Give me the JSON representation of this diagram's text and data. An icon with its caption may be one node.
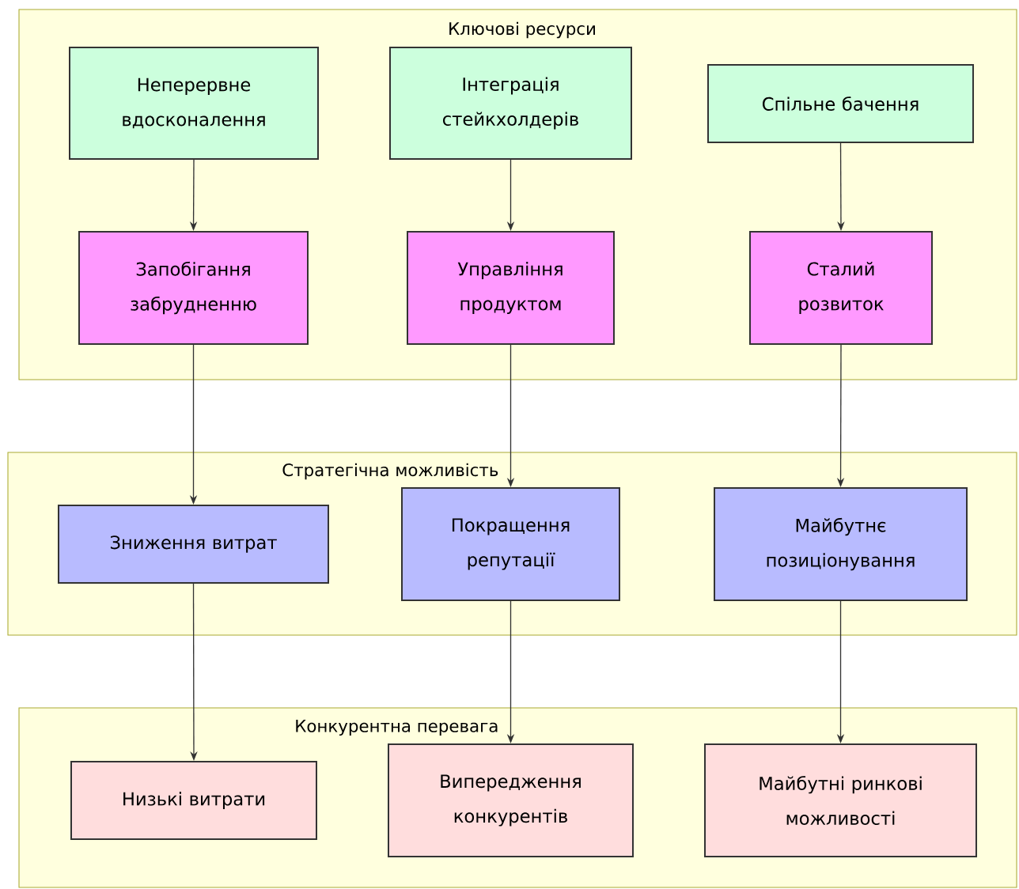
{
  "diagram": {
    "nodes": [
      {
        "text": [
          "Ключові ресурси"
        ]
      },
      {
        "text": [
          "Неперервне вдосконалення"
        ],
        "in": 0
      },
      {
        "text": [
          "Інтеграція стейкхолдерів"
        ],
        "in": 0
      },
      {
        "text": [
          "Спільне бачення"
        ],
        "in": 0
      },
      {
        "text": [
          "Запобігання забрудненню"
        ],
        "in": 0
      },
      {
        "text": [
          "Управління продуктом"
        ],
        "in": 0
      },
      {
        "text": [
          "Сталий розвиток"
        ],
        "in": 0
      },
      {
        "text": [
          "Стратегічна можливість"
        ]
      },
      {
        "text": [
          "Зниження витрат"
        ],
        "in": 7
      },
      {
        "text": [
          "Покращення репутації"
        ],
        "in": 7
      },
      {
        "text": [
          "Майбутнє позиціонування"
        ],
        "in": 7
      },
      {
        "text": [
          "Конкурентна перевага"
        ]
      },
      {
        "text": [
          "Низькі витрати"
        ],
        "in": 11
      },
      {
        "text": [
          "Випередження конкурентів"
        ],
        "in": 11
      },
      {
        "text": [
          "Майбутні ринкові можливості"
        ],
        "in": 11
      }
    ],
    "edges": [
      {
        "from": 1,
        "to": 4,
        "arrow": "to"
      },
      {
        "from": 2,
        "to": 5,
        "arrow": "to"
      },
      {
        "from": 3,
        "to": 6,
        "arrow": "to"
      },
      {
        "from": 4,
        "to": 8,
        "arrow": "to"
      },
      {
        "from": 5,
        "to": 9,
        "arrow": "to"
      },
      {
        "from": 6,
        "to": 10,
        "arrow": "to"
      },
      {
        "from": 8,
        "to": 12,
        "arrow": "to"
      },
      {
        "from": 9,
        "to": 13,
        "arrow": "to"
      },
      {
        "from": 10,
        "to": 14,
        "arrow": "to"
      }
    ]
  }
}
